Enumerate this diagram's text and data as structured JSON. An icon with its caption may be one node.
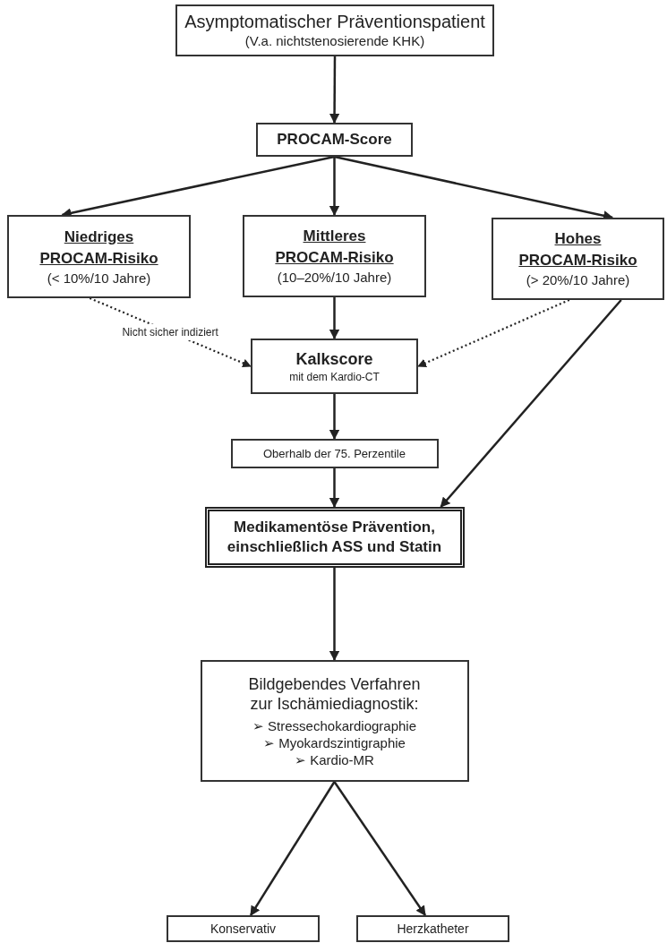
{
  "diagram": {
    "nodes": [
      {
        "text": [
          "Asymptomatischer Präventionspatient",
          "(V.a. nichtstenosierende KHK)"
        ]
      },
      {
        "text": [
          "PROCAM-Score"
        ]
      },
      {
        "text": [
          "Niedriges PROCAM-Risiko",
          "(< 10%/10 Jahre)"
        ]
      },
      {
        "text": [
          "Mittleres PROCAM-Risiko",
          "(10–20%/10 Jahre)"
        ]
      },
      {
        "text": [
          "Hohes PROCAM-Risiko",
          "(> 20%/10 Jahre)"
        ]
      },
      {
        "text": [
          "Kalkscore",
          "mit dem Kardio-CT"
        ]
      },
      {
        "text": [
          "Oberhalb der 75. Perzentile"
        ]
      },
      {
        "text": [
          "Medikamentöse Prävention, einschließlich ASS und Statin"
        ]
      },
      {
        "text": [
          "Bildgebendes Verfahren zur Ischämiediagnostik:",
          "➢ Stressechokardiographie",
          "➢ Myokardszintigraphie",
          "➢ Kardio-MR"
        ]
      },
      {
        "text": [
          "Konservativ"
        ]
      },
      {
        "text": [
          "Herzkatheter"
        ]
      }
    ],
    "edges": [
      {
        "from": 0,
        "to": 1,
        "arrow": "to"
      },
      {
        "from": 1,
        "to": 2,
        "arrow": "to"
      },
      {
        "from": 1,
        "to": 3,
        "arrow": "to"
      },
      {
        "from": 1,
        "to": 4,
        "arrow": "to"
      },
      {
        "from": 2,
        "to": 5,
        "arrow": "to",
        "style": "dashed",
        "label": "Nicht sicher indiziert"
      },
      {
        "from": 3,
        "to": 5,
        "arrow": "to"
      },
      {
        "from": 4,
        "to": 5,
        "arrow": "to",
        "style": "dashed"
      },
      {
        "from": 5,
        "to": 6,
        "arrow": "to"
      },
      {
        "from": 6,
        "to": 7,
        "arrow": "to"
      },
      {
        "from": 4,
        "to": 7,
        "arrow": "to"
      },
      {
        "from": 7,
        "to": 8,
        "arrow": "to"
      },
      {
        "from": 8,
        "to": 9,
        "arrow": "to"
      },
      {
        "from": 8,
        "to": 10,
        "arrow": "to"
      }
    ]
  }
}
